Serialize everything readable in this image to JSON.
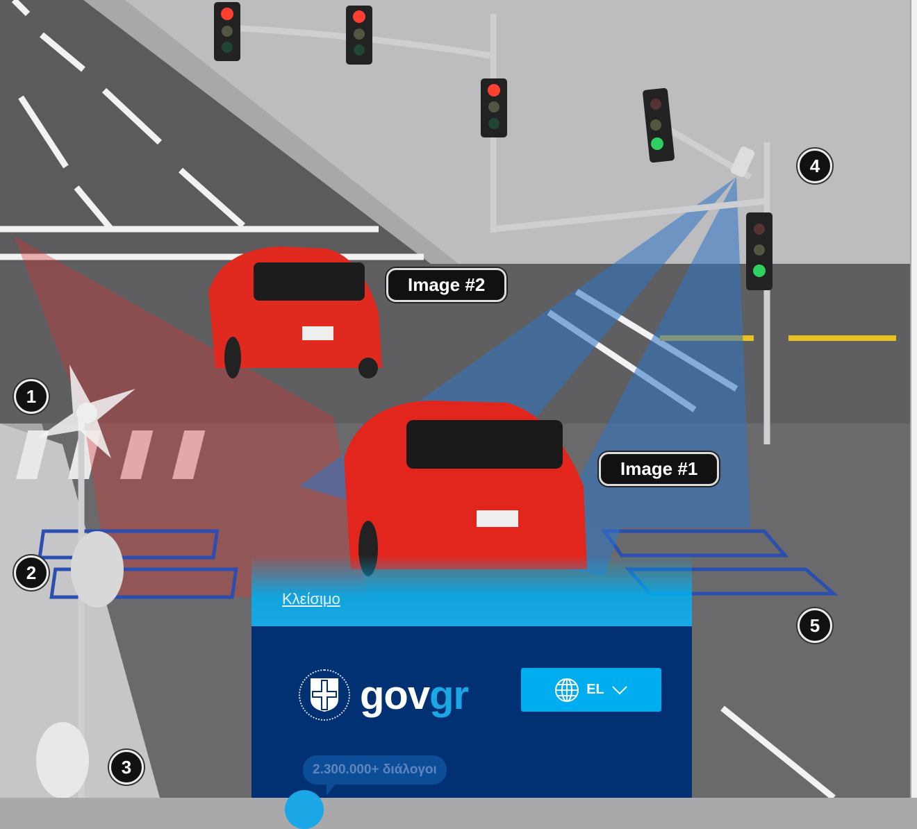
{
  "illustration": {
    "callouts": [
      "Image #2",
      "Image #1"
    ],
    "markers": [
      "1",
      "2",
      "3",
      "4",
      "5"
    ]
  },
  "overlay": {
    "close_link": "Κλείσιμο",
    "logo": {
      "text_gov": "gov",
      "text_gr": "gr"
    },
    "language_button": {
      "label": "EL",
      "icon": "globe-icon"
    },
    "chat_bubble": "2.300.000+ διάλογοι",
    "colors": {
      "panel": "#023173",
      "accent": "#00aeef",
      "gr": "#1ba7e6"
    }
  }
}
